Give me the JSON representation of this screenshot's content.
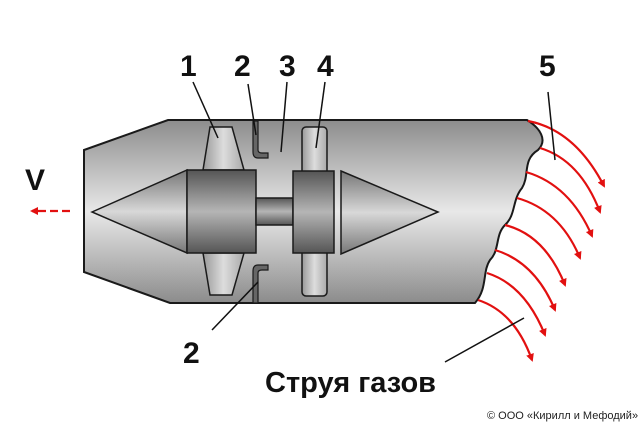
{
  "labels": {
    "l1": "1",
    "l2_top": "2",
    "l3": "3",
    "l4": "4",
    "l5": "5",
    "l2_bottom": "2"
  },
  "velocity_label": "V",
  "caption": "Струя газов",
  "copyright": "© ООО «Кирилл и Мефодий»",
  "colors": {
    "arrow": "#e21010",
    "outline": "#1a1a1a",
    "body_dark": "#8a8a8a",
    "body_light": "#e6e6e6"
  }
}
